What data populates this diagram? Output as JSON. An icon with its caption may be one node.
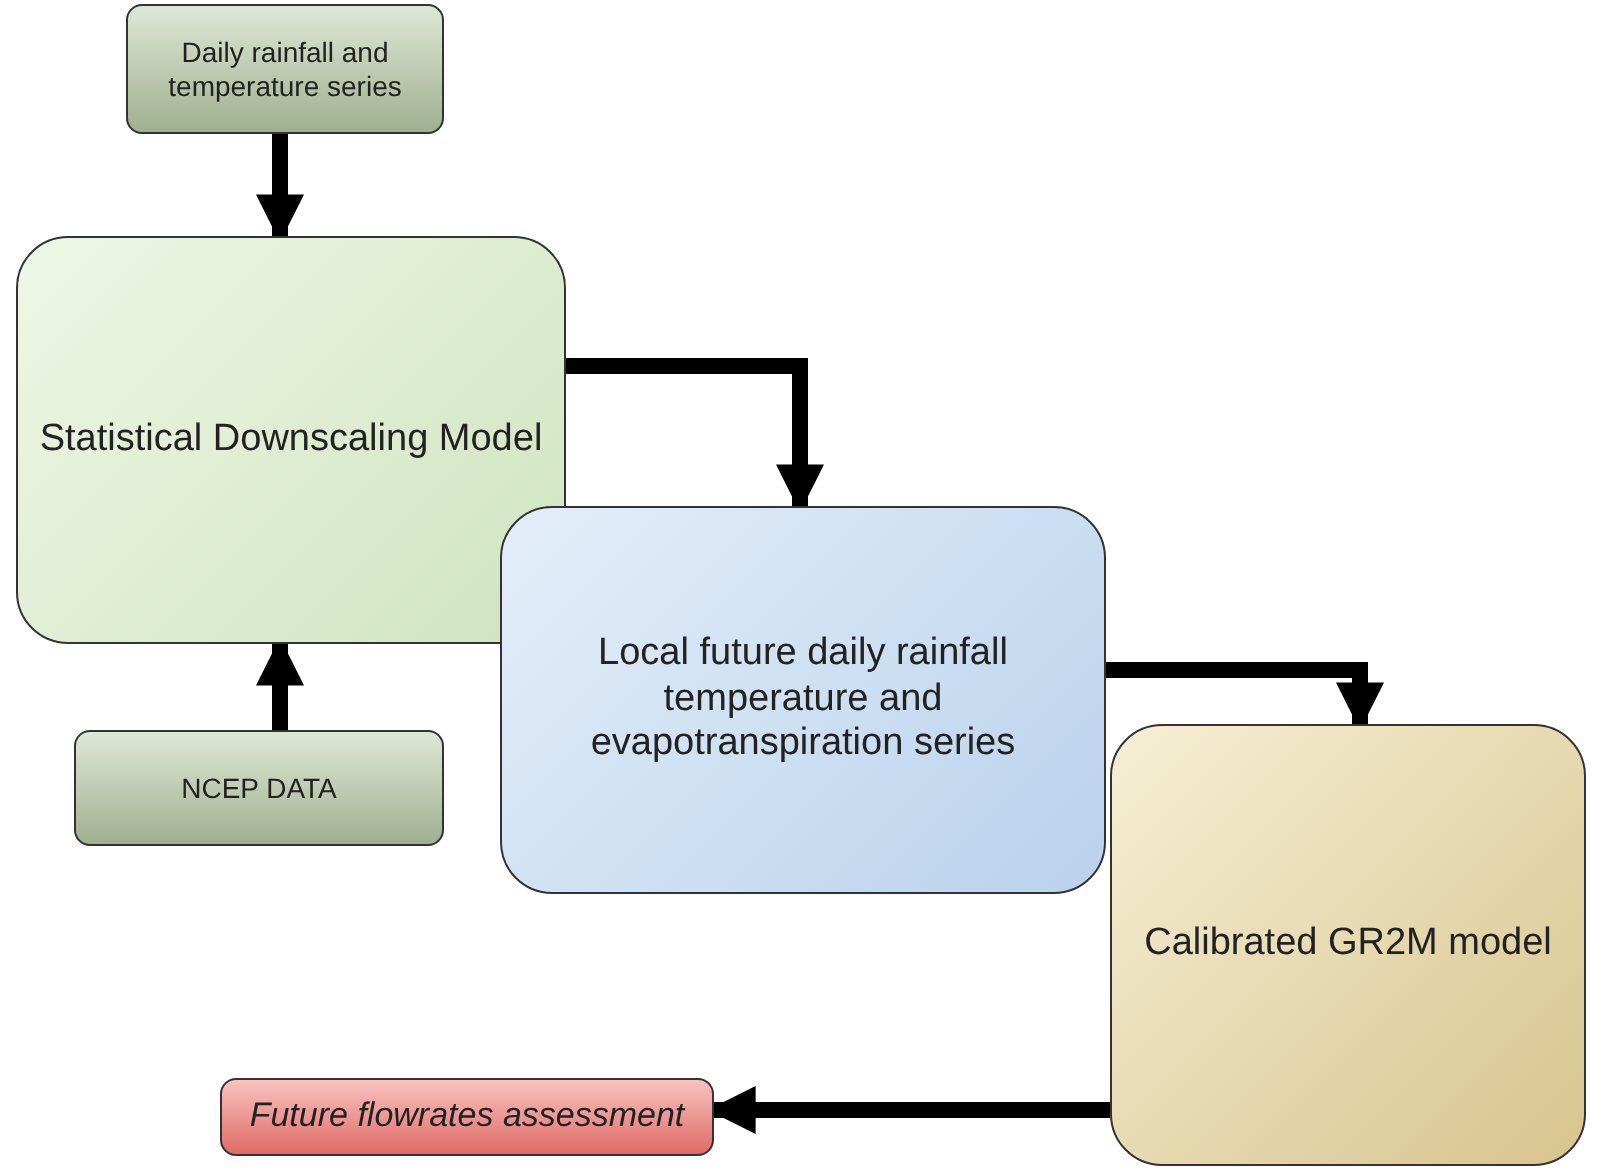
{
  "diagram": {
    "nodes": [
      {
        "text": [
          "Daily rainfall and temperature series"
        ]
      },
      {
        "text": [
          "Statistical Downscaling Model"
        ]
      },
      {
        "text": [
          "NCEP DATA"
        ]
      },
      {
        "text": [
          "Local future daily rainfall temperature and evapotranspiration series"
        ]
      },
      {
        "text": [
          "Calibrated GR2M model"
        ]
      },
      {
        "text": [
          "Future flowrates assessment"
        ]
      }
    ],
    "edges": [
      {
        "from": 0,
        "to": 1,
        "arrow": "to"
      },
      {
        "from": 2,
        "to": 1,
        "arrow": "to"
      },
      {
        "from": 1,
        "to": 3,
        "arrow": "to"
      },
      {
        "from": 3,
        "to": 4,
        "arrow": "to"
      },
      {
        "from": 4,
        "to": 5,
        "arrow": "to"
      }
    ]
  }
}
